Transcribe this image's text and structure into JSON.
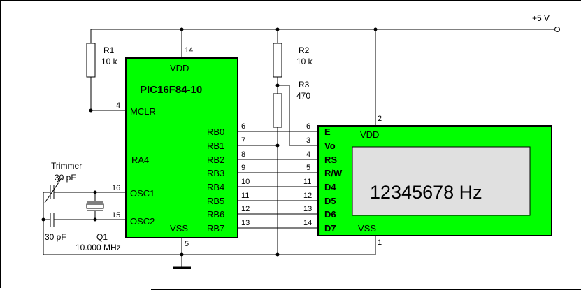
{
  "supply": {
    "label": "+5 V"
  },
  "mcu": {
    "name": "PIC16F84-10",
    "vdd": "VDD",
    "vss": "VSS",
    "mclr": "MCLR",
    "ra4": "RA4",
    "osc1": "OSC1",
    "osc2": "OSC2",
    "pin_vdd": "14",
    "pin_mclr": "4",
    "pin_osc1": "16",
    "pin_osc2": "15",
    "pin_vss": "5",
    "rb": [
      {
        "name": "RB0",
        "pin": "6"
      },
      {
        "name": "RB1",
        "pin": "7"
      },
      {
        "name": "RB2",
        "pin": "8"
      },
      {
        "name": "RB3",
        "pin": "9"
      },
      {
        "name": "RB4",
        "pin": "10"
      },
      {
        "name": "RB5",
        "pin": "11"
      },
      {
        "name": "RB6",
        "pin": "12"
      },
      {
        "name": "RB7",
        "pin": "13"
      }
    ]
  },
  "r1": {
    "name": "R1",
    "value": "10 k"
  },
  "r2": {
    "name": "R2",
    "value": "10 k"
  },
  "r3": {
    "name": "R3",
    "value": "470"
  },
  "trimmer": {
    "name": "Trimmer",
    "value": "30 pF"
  },
  "cap2": {
    "value": "30 pF"
  },
  "crystal": {
    "name": "Q1",
    "value": "10.000 MHz"
  },
  "lcd": {
    "vdd": "VDD",
    "vss": "VSS",
    "pin_vdd": "2",
    "pin_vss": "1",
    "display_text": "12345678 Hz",
    "pins": [
      {
        "name": "E",
        "pin": "6"
      },
      {
        "name": "Vo",
        "pin": "3"
      },
      {
        "name": "RS",
        "pin": "4"
      },
      {
        "name": "R/W",
        "pin": "5"
      },
      {
        "name": "D4",
        "pin": "11"
      },
      {
        "name": "D5",
        "pin": "12"
      },
      {
        "name": "D6",
        "pin": "13"
      },
      {
        "name": "D7",
        "pin": "14"
      }
    ]
  },
  "colors": {
    "chip_fill": "#00ff00",
    "lcd_fill": "#00ff00",
    "screen_fill": "#e0e0e0"
  }
}
